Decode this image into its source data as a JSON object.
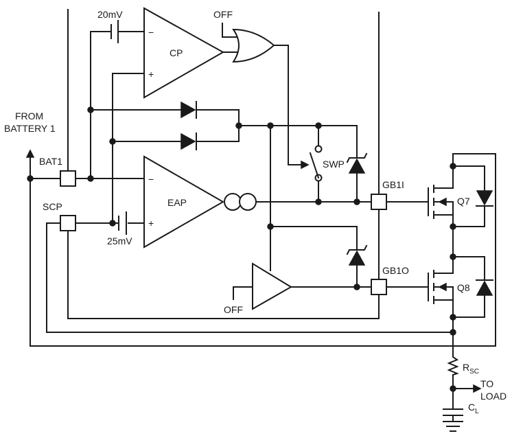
{
  "labels": {
    "v20": "20mV",
    "v25": "25mV",
    "cp": "CP",
    "eap": "EAP",
    "off_top": "OFF",
    "off_bottom": "OFF",
    "from_line1": "FROM",
    "from_line2": "BATTERY 1",
    "bat1": "BAT1",
    "scp": "SCP",
    "swp": "SWP",
    "gb1i": "GB1I",
    "gb1o": "GB1O",
    "q7": "Q7",
    "q8": "Q8",
    "rsc_main": "R",
    "rsc_sub": "SC",
    "to_line1": "TO",
    "to_line2": "LOAD",
    "cl_main": "C",
    "cl_sub": "L",
    "minus": "−",
    "plus": "+"
  }
}
